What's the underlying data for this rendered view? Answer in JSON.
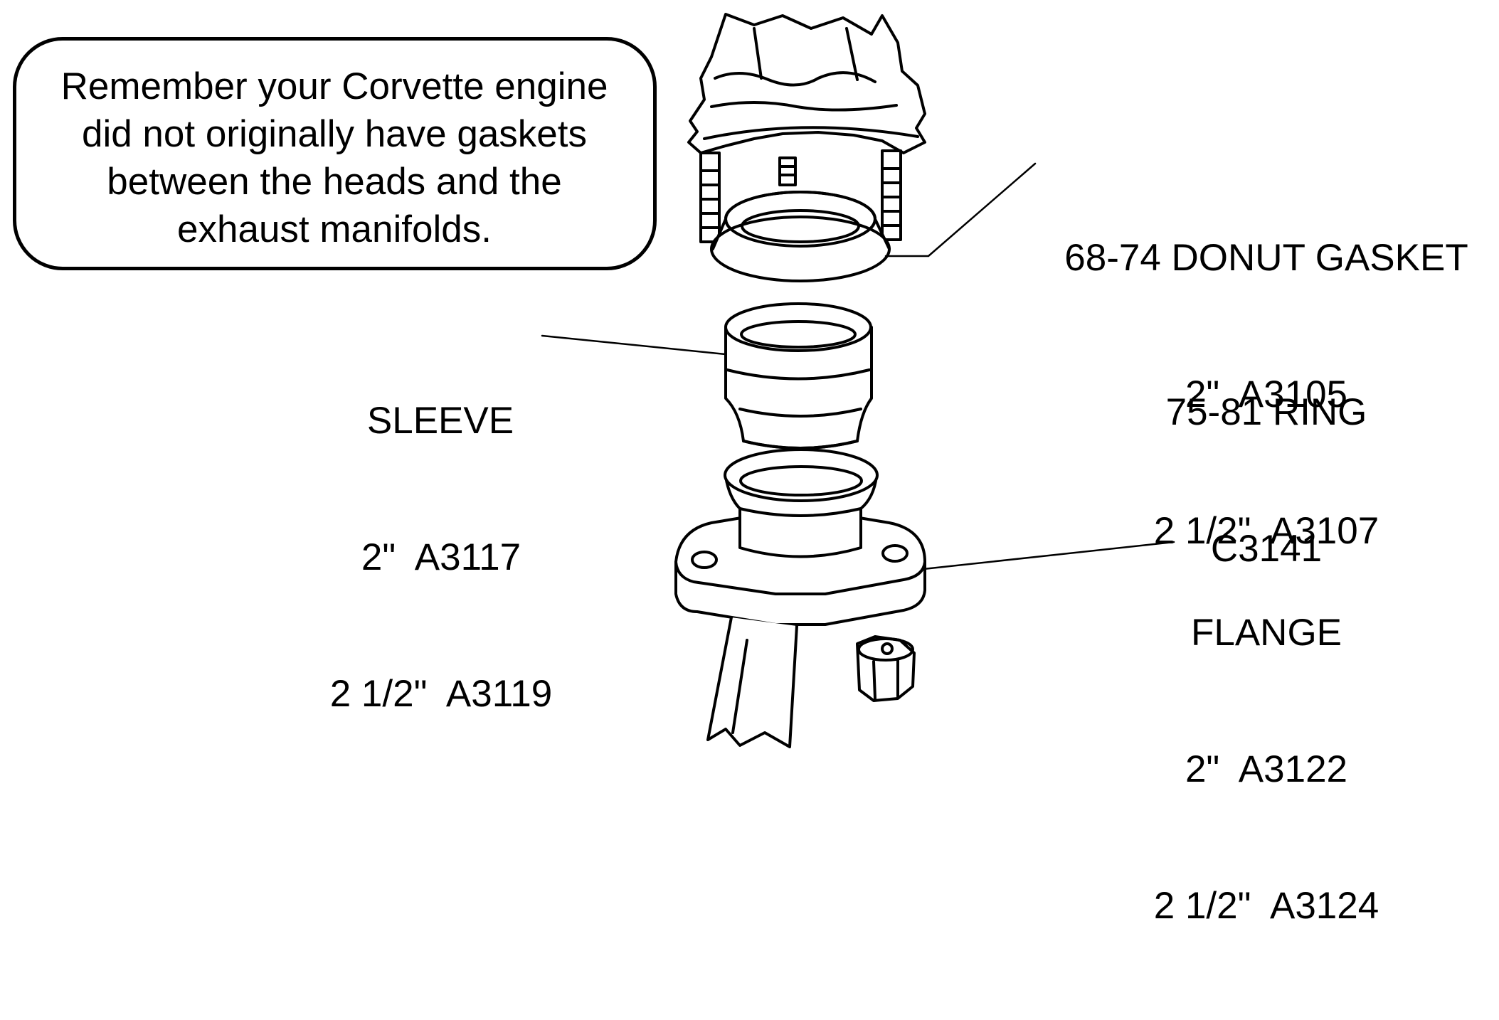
{
  "note": {
    "lines": [
      "Remember your Corvette engine",
      "did not originally have gaskets",
      "between the heads and the",
      "exhaust manifolds."
    ]
  },
  "callouts": {
    "donut_gasket": {
      "title": "68-74 DONUT GASKET",
      "line1": "2\"  A3105",
      "line2": "2 1/2\"  A3107"
    },
    "ring": {
      "title": "75-81 RING",
      "line1": "C3141"
    },
    "sleeve": {
      "title": "SLEEVE",
      "line1": "2\"  A3117",
      "line2": "2 1/2\"  A3119"
    },
    "flange": {
      "title": "FLANGE",
      "line1": "2\"  A3122",
      "line2": "2 1/2\"  A3124"
    }
  }
}
